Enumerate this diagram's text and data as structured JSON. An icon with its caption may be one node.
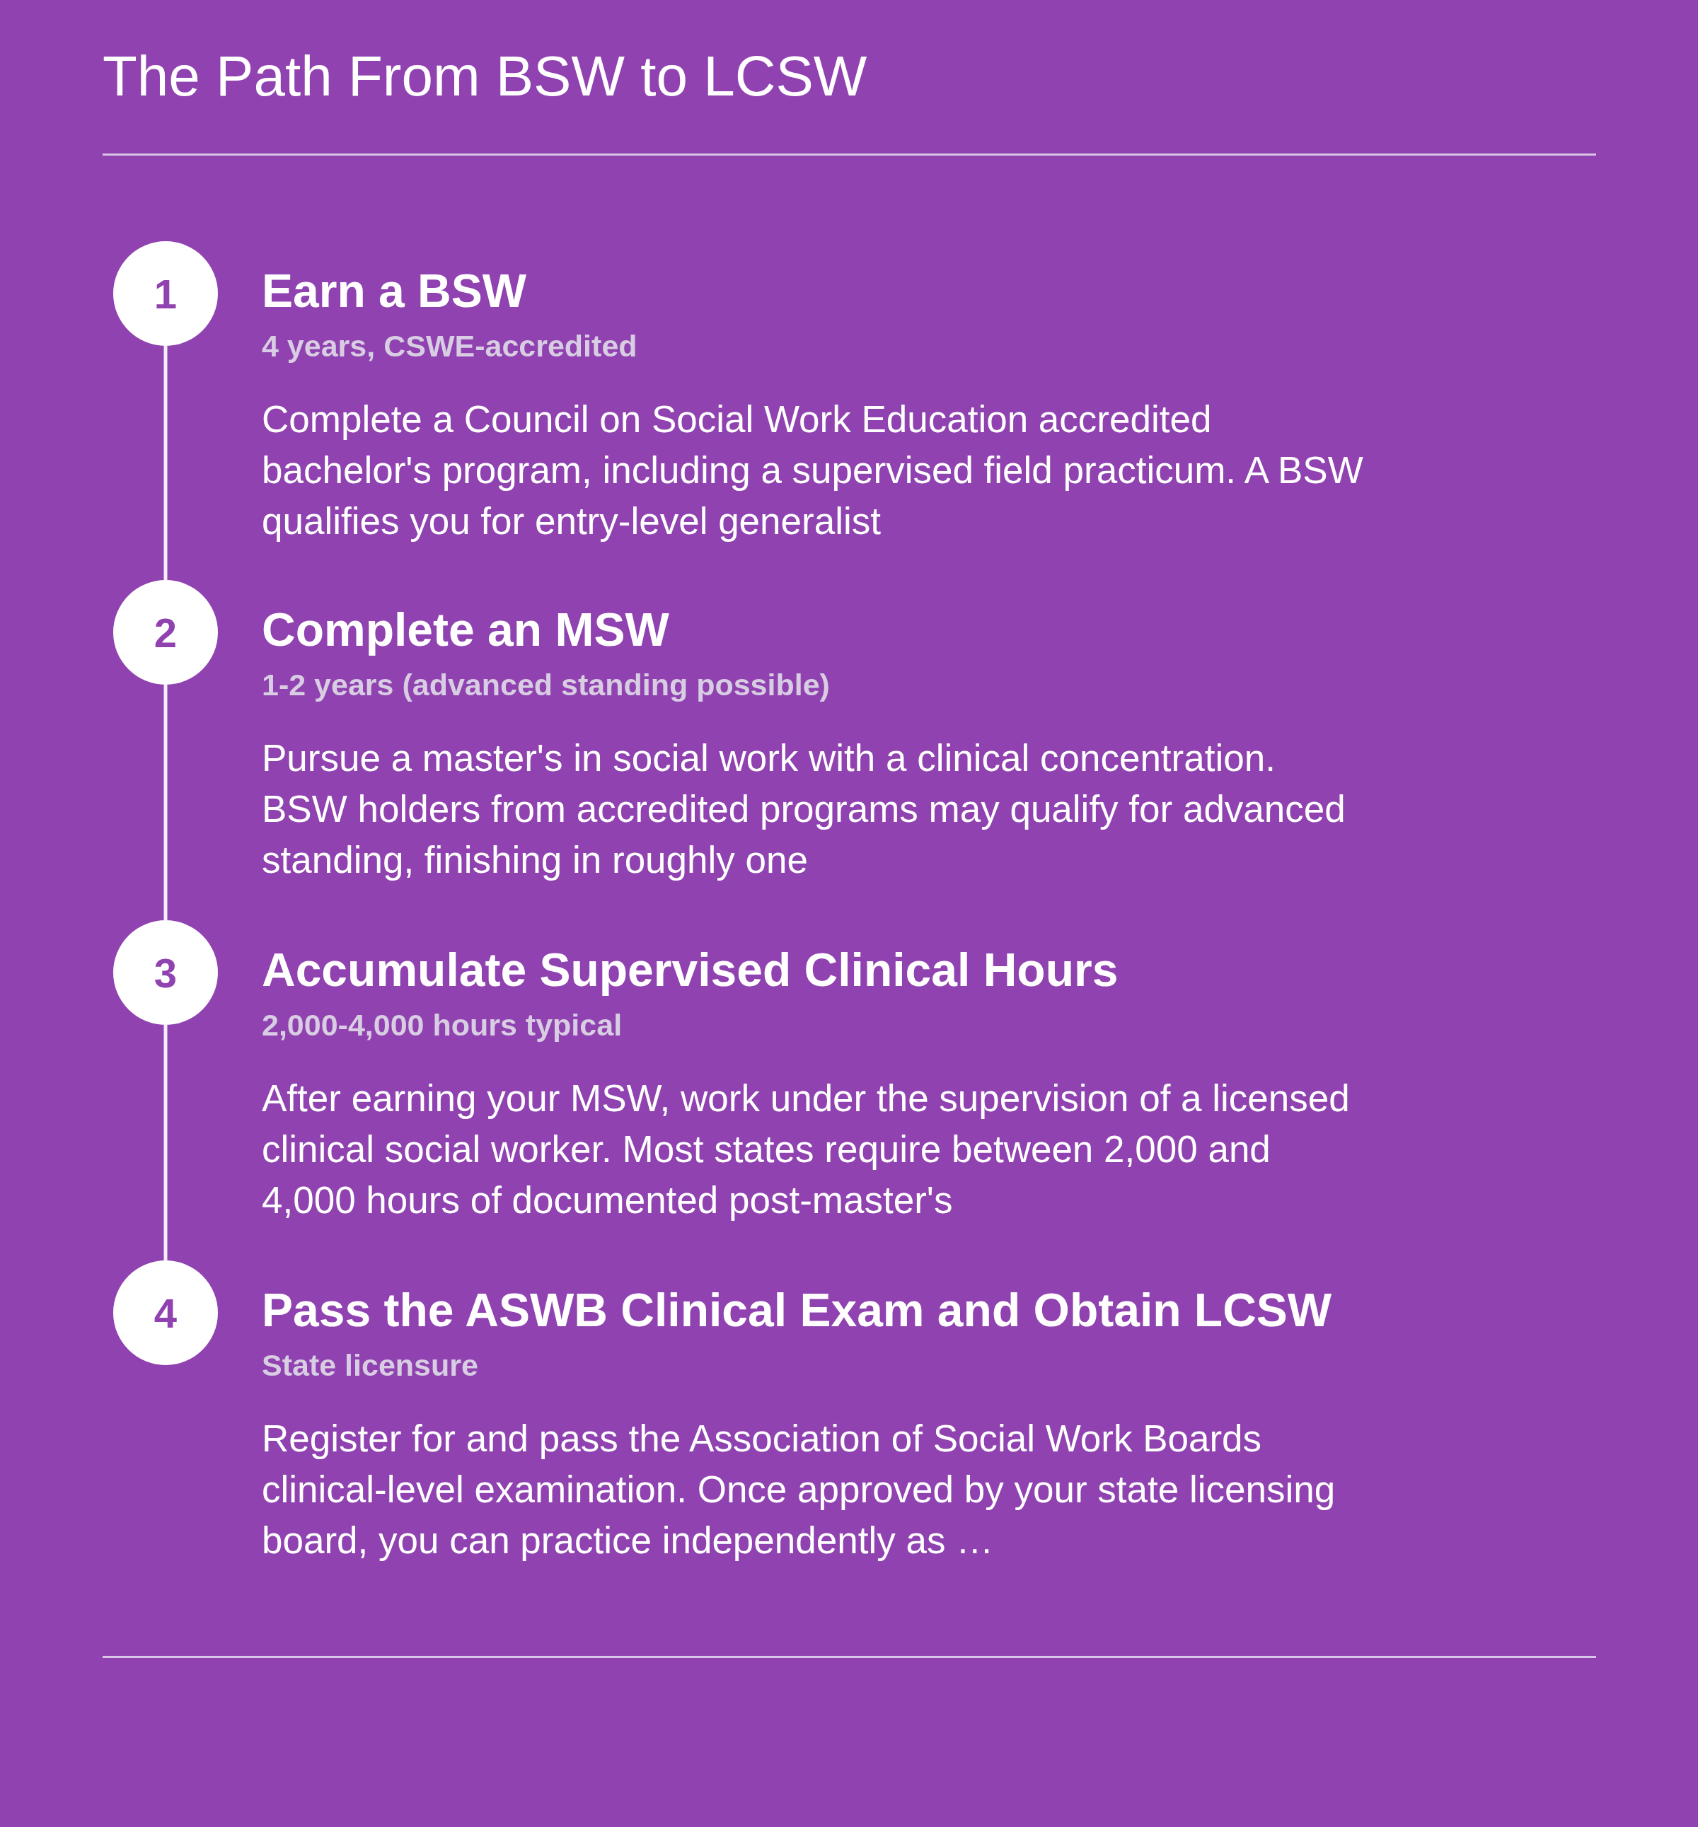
{
  "diagram": {
    "title": "The Path From BSW to LCSW",
    "nodes": [
      {
        "text": [
          "1"
        ],
        "beside": [
          "Earn a BSW",
          "4 years, CSWE-accredited",
          "Complete a Council on Social Work Education accredited bachelor's program, including a supervised field practicum. A BSW qualifies you for entry-level generalist"
        ]
      },
      {
        "text": [
          "2"
        ],
        "beside": [
          "Complete an MSW",
          "1-2 years (advanced standing possible)",
          "Pursue a master's in social work with a clinical concentration. BSW holders from accredited programs may qualify for advanced standing, finishing in roughly one"
        ]
      },
      {
        "text": [
          "3"
        ],
        "beside": [
          "Accumulate Supervised Clinical Hours",
          "2,000-4,000 hours typical",
          "After earning your MSW, work under the supervision of a licensed clinical social worker. Most states require between 2,000 and 4,000 hours of documented post-master's"
        ]
      },
      {
        "text": [
          "4"
        ],
        "beside": [
          "Pass the ASWB Clinical Exam and Obtain LCSW",
          "State licensure",
          "Register for and pass the Association of Social Work Boards clinical-level examination. Once approved by your state licensing board, you can practice independently as …"
        ]
      }
    ],
    "edges": [
      {
        "from": 0,
        "to": 1,
        "arrow": "none"
      },
      {
        "from": 1,
        "to": 2,
        "arrow": "none"
      },
      {
        "from": 2,
        "to": 3,
        "arrow": "none"
      }
    ]
  }
}
